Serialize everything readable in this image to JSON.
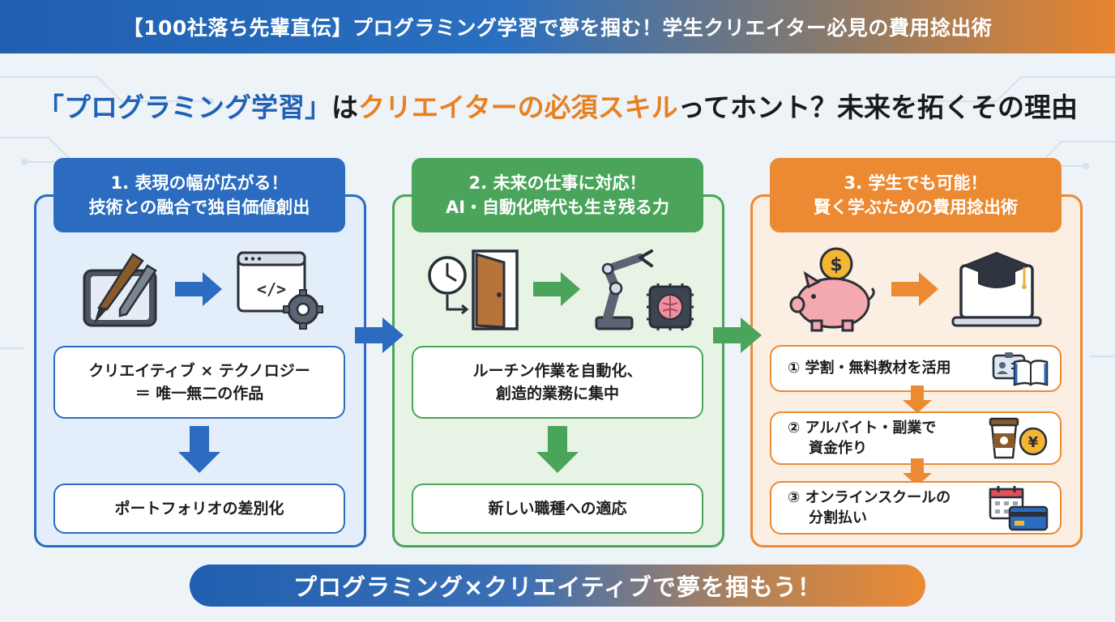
{
  "banner": {
    "title": "【100社落ち先輩直伝】プログラミング学習で夢を掴む！学生クリエイター必見の費用捻出術"
  },
  "headline": {
    "part1": "「プログラミング学習」",
    "part2": "は",
    "part3": "クリエイターの必須スキル",
    "part4": "ってホント？未来を拓くその理由"
  },
  "panels": [
    {
      "title_line1": "1. 表現の幅が広がる！",
      "title_line2": "技術との融合で独自価値創出",
      "box1_line1": "クリエイティブ × テクノロジー",
      "box1_line2": "＝ 唯一無二の作品",
      "box2": "ポートフォリオの差別化",
      "color": "#2b6cc0"
    },
    {
      "title_line1": "2. 未来の仕事に対応！",
      "title_line2": "AI・自動化時代も生き残る力",
      "box1_line1": "ルーチン作業を自動化、",
      "box1_line2": "創造的業務に集中",
      "box2": "新しい職種への適応",
      "color": "#4aa55a"
    },
    {
      "title_line1": "3. 学生でも可能！",
      "title_line2": "賢く学ぶための費用捻出術",
      "steps": [
        {
          "line1": "① 学割・無料教材を活用",
          "line2": ""
        },
        {
          "line1": "② アルバイト・副業で",
          "line2": "資金作り"
        },
        {
          "line1": "③ オンラインスクールの",
          "line2": "分割払い"
        }
      ],
      "color": "#ec8a33"
    }
  ],
  "icons": {
    "panel1": [
      "tablet-brush-icon",
      "arrow-right-icon",
      "code-window-gear-icon",
      "arrow-down-icon"
    ],
    "panel2": [
      "clock-door-icon",
      "arrow-right-icon",
      "robot-arm-ai-chip-icon",
      "arrow-down-icon"
    ],
    "panel3": [
      "piggy-bank-coin-icon",
      "arrow-right-icon",
      "laptop-graduation-cap-icon",
      "student-id-book-icon",
      "coffee-yen-icon",
      "calendar-credit-card-icon"
    ],
    "coin_symbol": "$",
    "yen_symbol": "¥"
  },
  "footer": {
    "text": "プログラミング×クリエイティブで夢を掴もう！"
  }
}
